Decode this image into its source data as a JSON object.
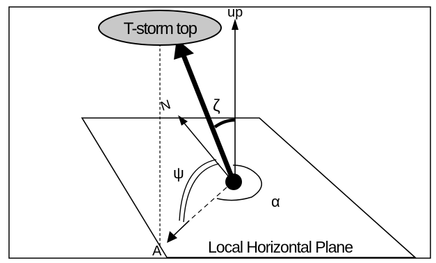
{
  "diagram": {
    "labels": {
      "storm_top": "T-storm top",
      "up": "up",
      "north": "N",
      "zeta": "ζ",
      "psi": "ψ",
      "alpha": "α",
      "point_a": "A",
      "plane": "Local Horizontal Plane"
    },
    "colors": {
      "ellipse_fill": "#c8c8c8",
      "stroke": "#000000",
      "background": "#ffffff"
    }
  }
}
